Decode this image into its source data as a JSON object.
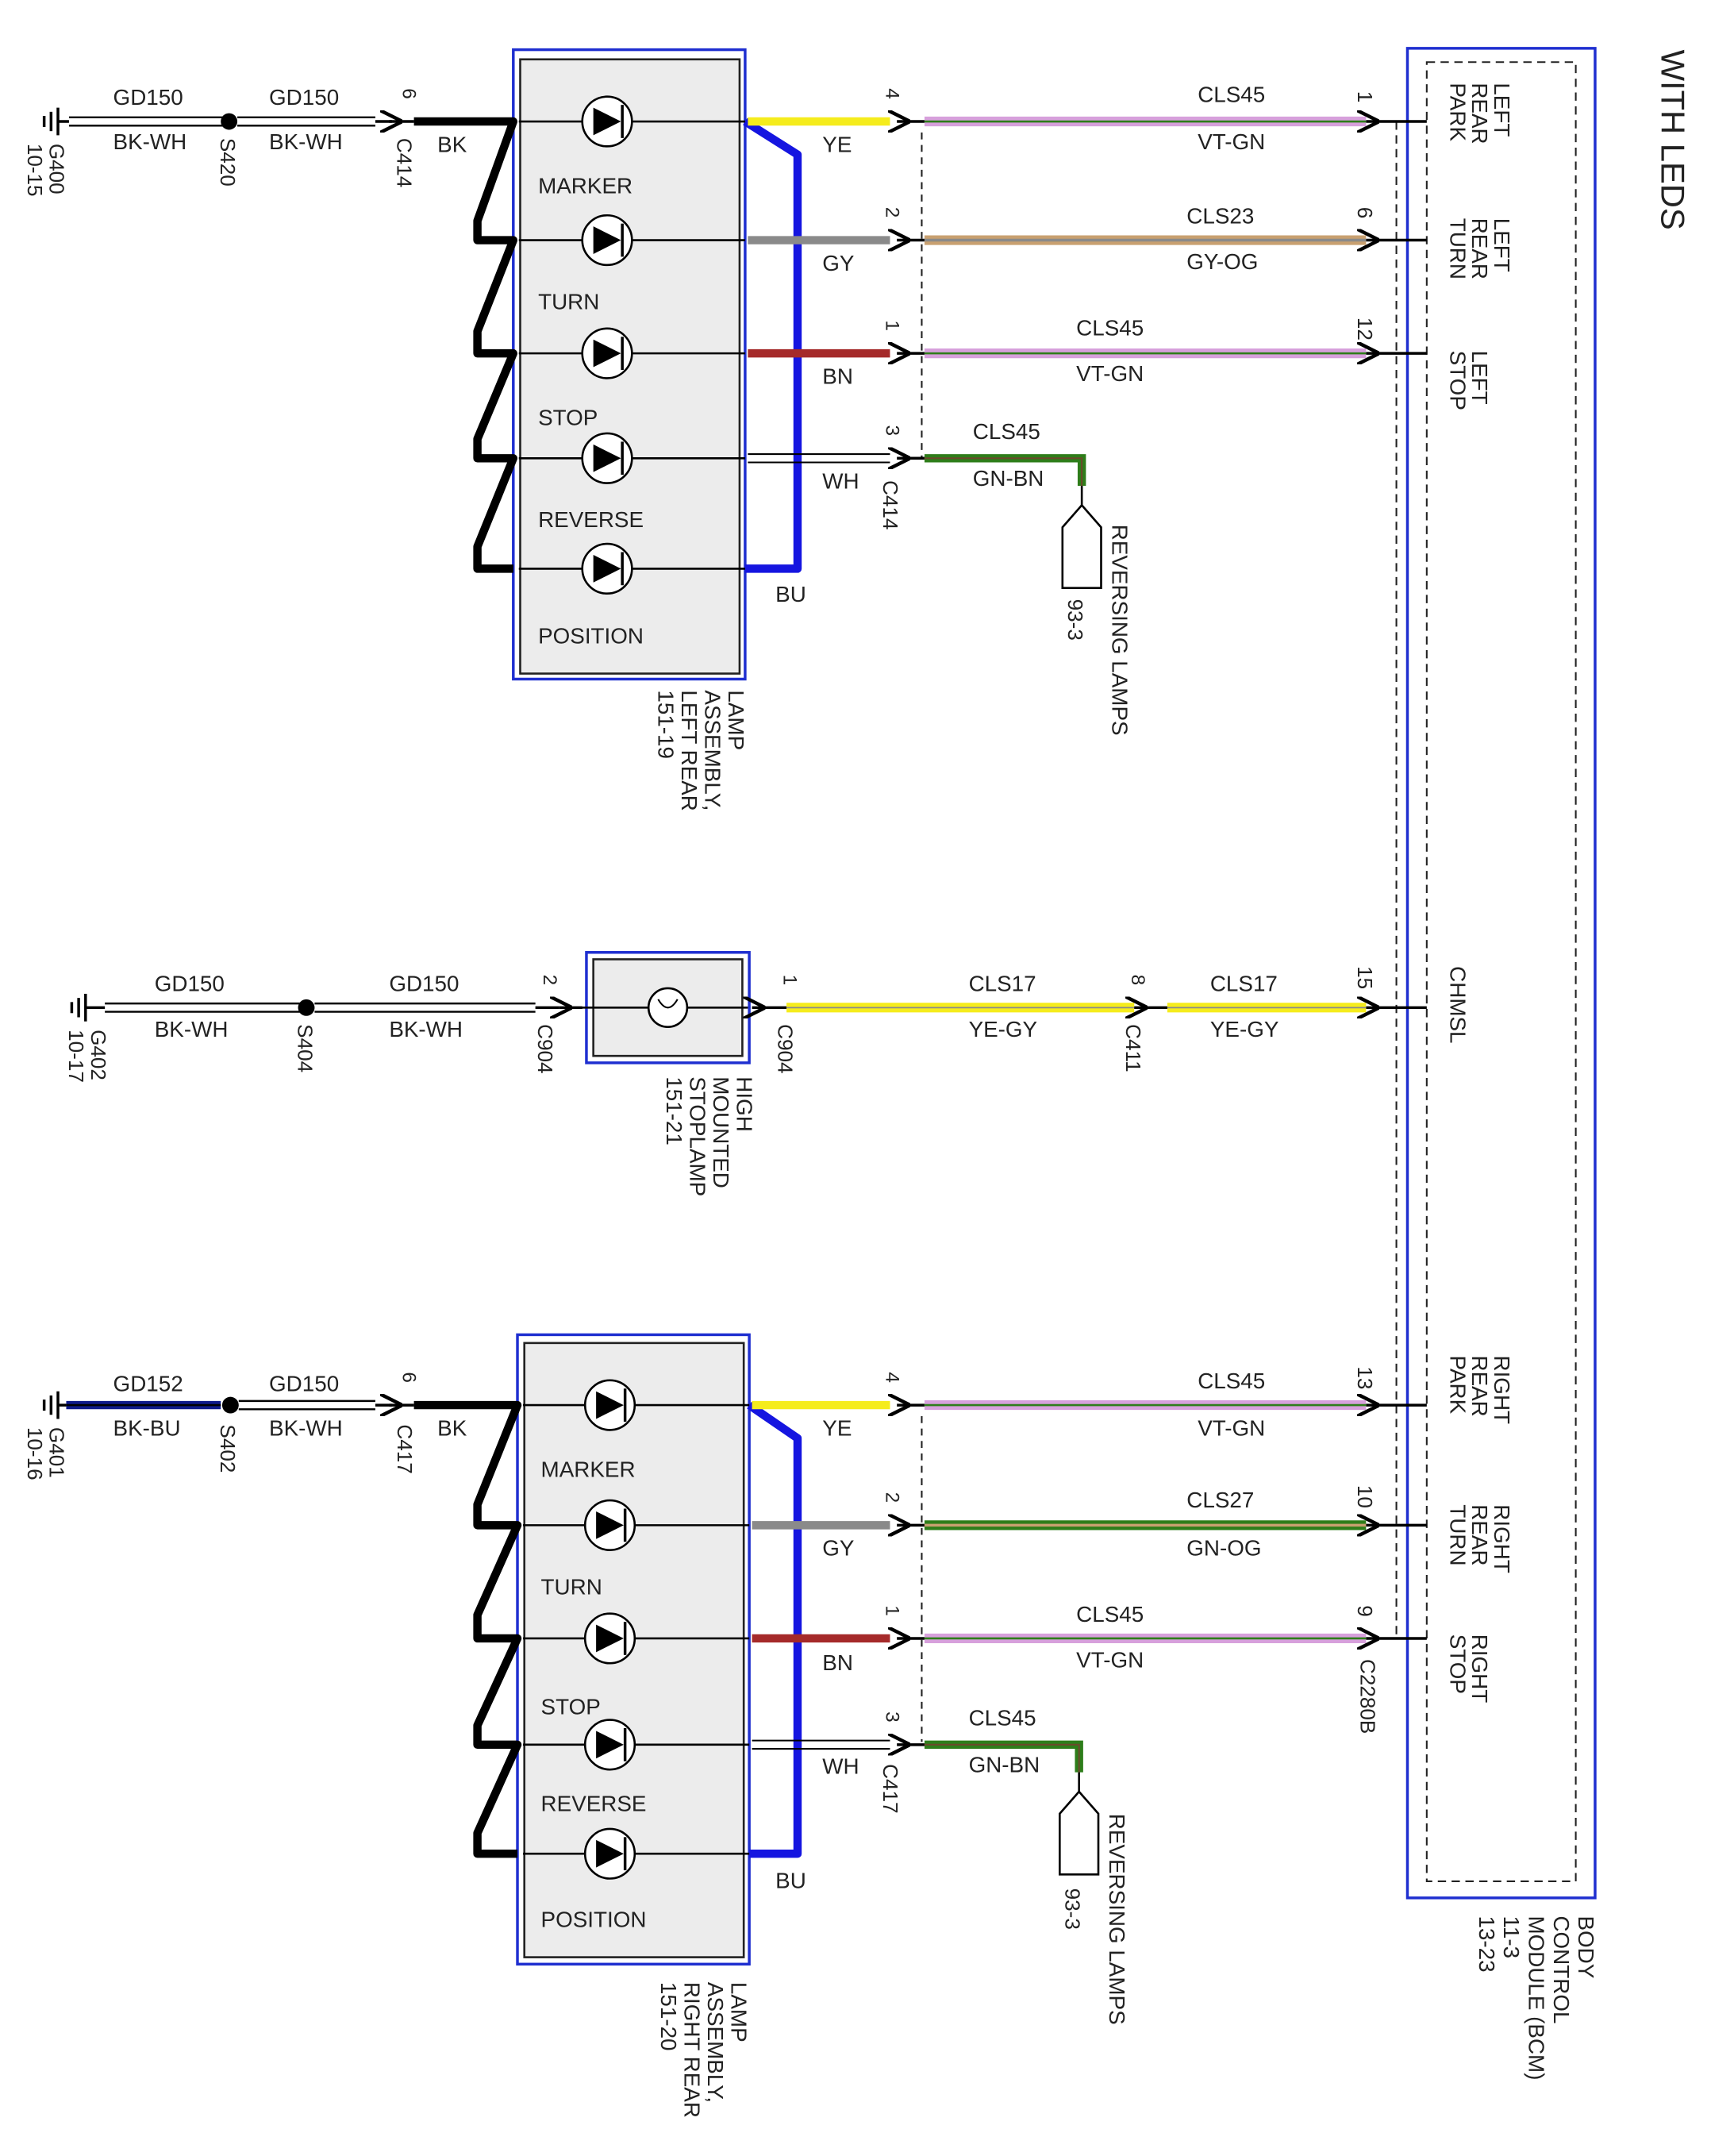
{
  "title": "WITH LEDS",
  "bcm": {
    "label": [
      "BODY",
      "CONTROL",
      "MODULE (BCM)",
      "11-3",
      "13-23"
    ],
    "connector": "C2280B",
    "pins": [
      {
        "num": "1",
        "label": [
          "LEFT",
          "REAR",
          "PARK"
        ]
      },
      {
        "num": "6",
        "label": [
          "LEFT",
          "REAR",
          "TURN"
        ]
      },
      {
        "num": "12",
        "label": [
          "LEFT",
          "STOP"
        ]
      },
      {
        "num": "15",
        "label": [
          "CHMSL"
        ]
      },
      {
        "num": "13",
        "label": [
          "RIGHT",
          "REAR",
          "PARK"
        ]
      },
      {
        "num": "10",
        "label": [
          "RIGHT",
          "REAR",
          "TURN"
        ]
      },
      {
        "num": "9",
        "label": [
          "RIGHT",
          "STOP"
        ]
      }
    ]
  },
  "left_lamp": {
    "title": [
      "LAMP",
      "ASSEMBLY,",
      "LEFT REAR",
      "151-19"
    ],
    "connector": "C414",
    "ground_pin": "6",
    "ground_wire_color": "BK",
    "bulbs": [
      "MARKER",
      "TURN",
      "STOP",
      "REVERSE",
      "POSITION"
    ],
    "loop_color": "BU",
    "pins": [
      {
        "pin": "4",
        "color": "YE"
      },
      {
        "pin": "2",
        "color": "GY"
      },
      {
        "pin": "1",
        "color": "BN"
      },
      {
        "pin": "3",
        "color": "WH"
      }
    ],
    "circuits": [
      {
        "circuit": "CLS45",
        "color": "VT-GN"
      },
      {
        "circuit": "CLS23",
        "color": "GY-OG"
      },
      {
        "circuit": "CLS45",
        "color": "VT-GN"
      },
      {
        "circuit": "CLS45",
        "color": "GN-BN"
      }
    ],
    "ground": {
      "wire1": {
        "circuit": "GD150",
        "color": "BK-WH"
      },
      "splice": "S420",
      "wire2": {
        "circuit": "GD150",
        "color": "BK-WH"
      },
      "ground": [
        "G400",
        "10-15"
      ]
    },
    "reversing": {
      "label": "REVERSING LAMPS",
      "ref": "93-3"
    }
  },
  "chmsl": {
    "title": [
      "HIGH",
      "MOUNTED",
      "STOPLAMP",
      "151-21"
    ],
    "connector": "C904",
    "pin_in": "1",
    "pin_out": "2",
    "inline_connector": "C411",
    "inline_pin": "8",
    "circuits": [
      {
        "circuit": "CLS17",
        "color": "YE-GY"
      },
      {
        "circuit": "CLS17",
        "color": "YE-GY"
      }
    ],
    "ground": {
      "wire1": {
        "circuit": "GD150",
        "color": "BK-WH"
      },
      "splice": "S404",
      "wire2": {
        "circuit": "GD150",
        "color": "BK-WH"
      },
      "ground": [
        "G402",
        "10-17"
      ]
    }
  },
  "right_lamp": {
    "title": [
      "LAMP",
      "ASSEMBLY,",
      "RIGHT REAR",
      "151-20"
    ],
    "connector": "C417",
    "ground_pin": "6",
    "ground_wire_color": "BK",
    "bulbs": [
      "MARKER",
      "TURN",
      "STOP",
      "REVERSE",
      "POSITION"
    ],
    "loop_color": "BU",
    "pins": [
      {
        "pin": "4",
        "color": "YE"
      },
      {
        "pin": "2",
        "color": "GY"
      },
      {
        "pin": "1",
        "color": "BN"
      },
      {
        "pin": "3",
        "color": "WH"
      }
    ],
    "circuits": [
      {
        "circuit": "CLS45",
        "color": "VT-GN"
      },
      {
        "circuit": "CLS27",
        "color": "GN-OG"
      },
      {
        "circuit": "CLS45",
        "color": "VT-GN"
      },
      {
        "circuit": "CLS45",
        "color": "GN-BN"
      }
    ],
    "ground": {
      "wire1": {
        "circuit": "GD152",
        "color": "BK-BU"
      },
      "splice": "S402",
      "wire2": {
        "circuit": "GD150",
        "color": "BK-WH"
      },
      "ground": [
        "G401",
        "10-16"
      ]
    },
    "reversing": {
      "label": "REVERSING LAMPS",
      "ref": "93-3"
    }
  },
  "colors": {
    "frame": "#1f2fd0",
    "component_fill": "#ececec",
    "YE": "#f5ec1c",
    "GY": "#8a8a8a",
    "BN": "#a52a2a",
    "BU": "#1515e0",
    "BK": "#000000",
    "VT": "#d7a0dc",
    "GN": "#2e7d1a",
    "OG": "#c8a070",
    "WH": "#ffffff"
  }
}
